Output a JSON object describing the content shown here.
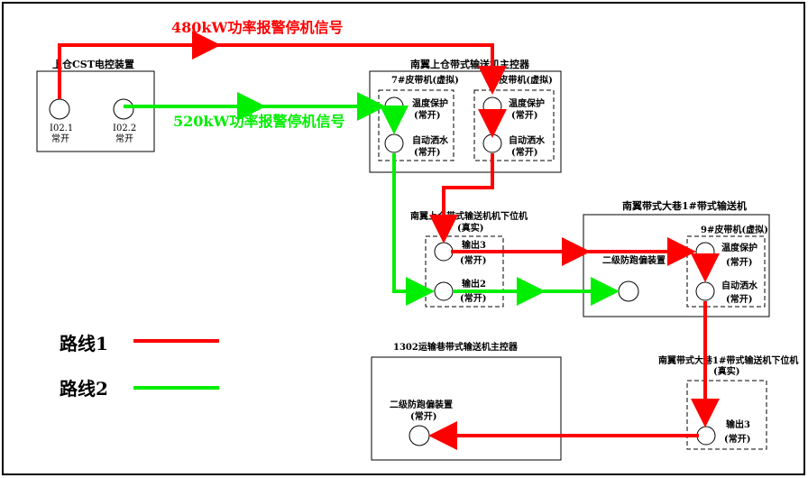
{
  "signals": {
    "red": "480kW功率报警停机信号",
    "green": "520kW功率报警停机信号"
  },
  "upper_cst": {
    "title": "上仓CST电控装置",
    "io1_line1": "I02.1",
    "io1_line2": "常开",
    "io2_line1": "I02.2",
    "io2_line2": "常开"
  },
  "south_main": {
    "title": "南翼上仓带式输送机主控器",
    "belt7_title": "7#皮带机(虚拟)",
    "belt8_title": "8#皮带机(虚拟)",
    "temp_line1": "温度保护",
    "temp_line2": "(常开)",
    "spray_line1": "自动洒水",
    "spray_line2": "(常开)"
  },
  "south_lower": {
    "title_line1": "南翼上仓带式输送机机下位机",
    "title_line2": "(真实)",
    "out3_line1": "输出3",
    "out3_line2": "(常开)",
    "out2_line1": "输出2",
    "out2_line2": "(常开)"
  },
  "big_incline": {
    "title": "南翼带式大巷1#带式输送机",
    "belt9_title": "9#皮带机(虚拟)",
    "safety_label": "二级防跑偏装置",
    "temp_line1": "温度保护",
    "temp_line2": "(常开)",
    "spray_line1": "自动洒水",
    "spray_line2": "(常开)"
  },
  "main1302": {
    "title": "1302运输巷带式输送机主控器",
    "safety_line1": "二级防跑偏装置",
    "safety_line2": "(常开)"
  },
  "big_lower": {
    "title_line1": "南翼带式大巷1#带式输送机下位机",
    "title_line2": "(真实)",
    "out3_line1": "输出3",
    "out3_line2": "(常开)"
  },
  "legend": {
    "route1": "路线1",
    "route2": "路线2"
  },
  "colors": {
    "route1": "#ff0000",
    "route2": "#00ee00"
  }
}
